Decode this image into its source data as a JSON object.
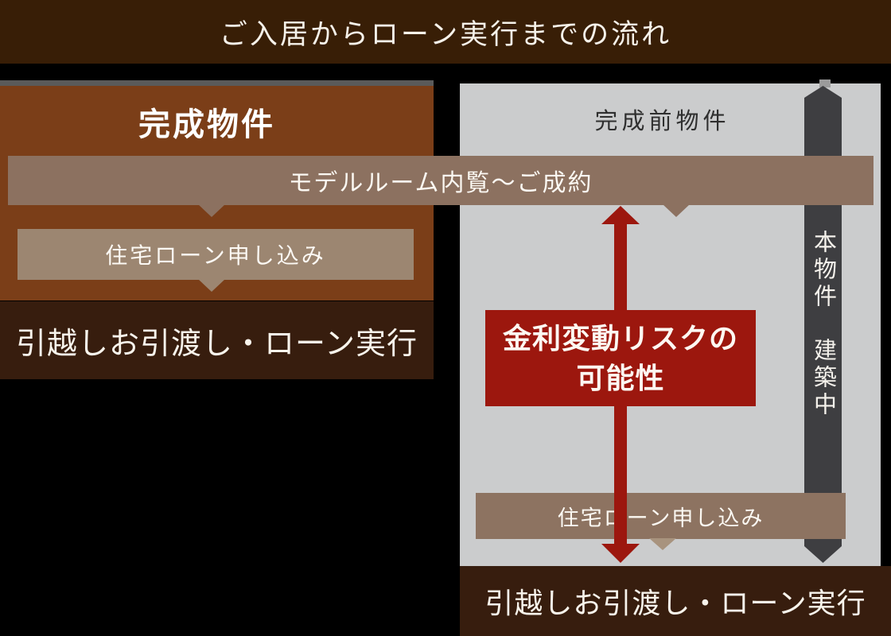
{
  "title": "ご入居からローン実行までの流れ",
  "left_column": {
    "header": "完成物件",
    "loan_box": "住宅ローン申し込み",
    "final_box": "引越しお引渡し・ローン実行"
  },
  "shared": {
    "model_room_bar": "モデルルーム内覧〜ご成約"
  },
  "right_column": {
    "header": "完成前物件",
    "risk_box_line1": "金利変動リスクの",
    "risk_box_line2": "可能性",
    "construction_pillar": "本物件　建築中",
    "loan_box": "住宅ローン申し込み",
    "final_box": "引越しお引渡し・ローン実行"
  },
  "colors": {
    "background": "#000000",
    "title_bar": "#381e06",
    "left_panel": "#7b3e18",
    "tan_bar": "#8c7160",
    "left_loan_box": "#9c8671",
    "right_loan_box": "#8d7361",
    "dark_result_box": "#371d0e",
    "gray_panel": "#cbcccd",
    "construction_pillar": "#3e3e41",
    "risk_red": "#9c170e",
    "gray_strip": "#5a5a5a"
  }
}
